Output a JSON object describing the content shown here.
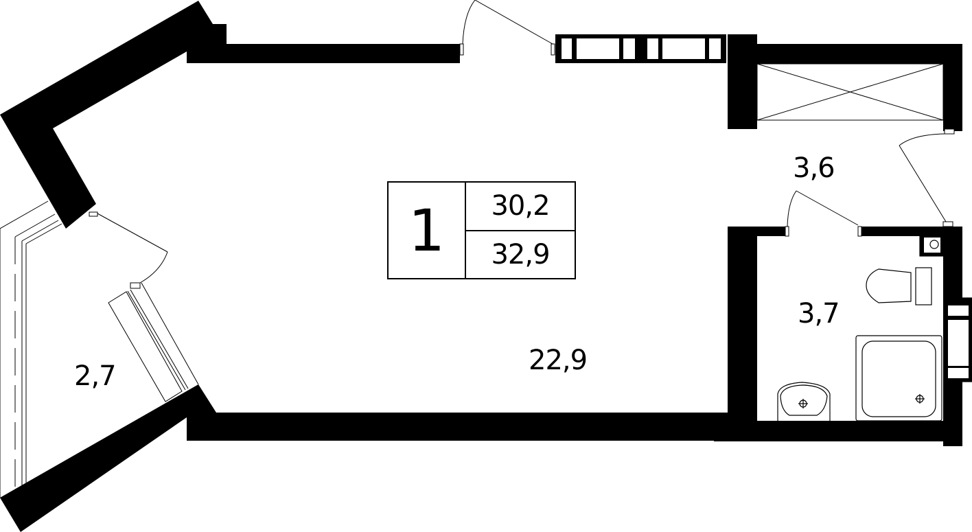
{
  "plan": {
    "type": "apartment-floor-plan",
    "colors": {
      "wall": "#000000",
      "background": "#ffffff",
      "line": "#000000"
    }
  },
  "summary": {
    "rooms_count": "1",
    "living_area": "30,2",
    "total_area": "32,9"
  },
  "rooms": [
    {
      "id": "main-room",
      "area": "22,9"
    },
    {
      "id": "balcony",
      "area": "2,7"
    },
    {
      "id": "hallway",
      "area": "3,6"
    },
    {
      "id": "bathroom",
      "area": "3,7"
    }
  ]
}
